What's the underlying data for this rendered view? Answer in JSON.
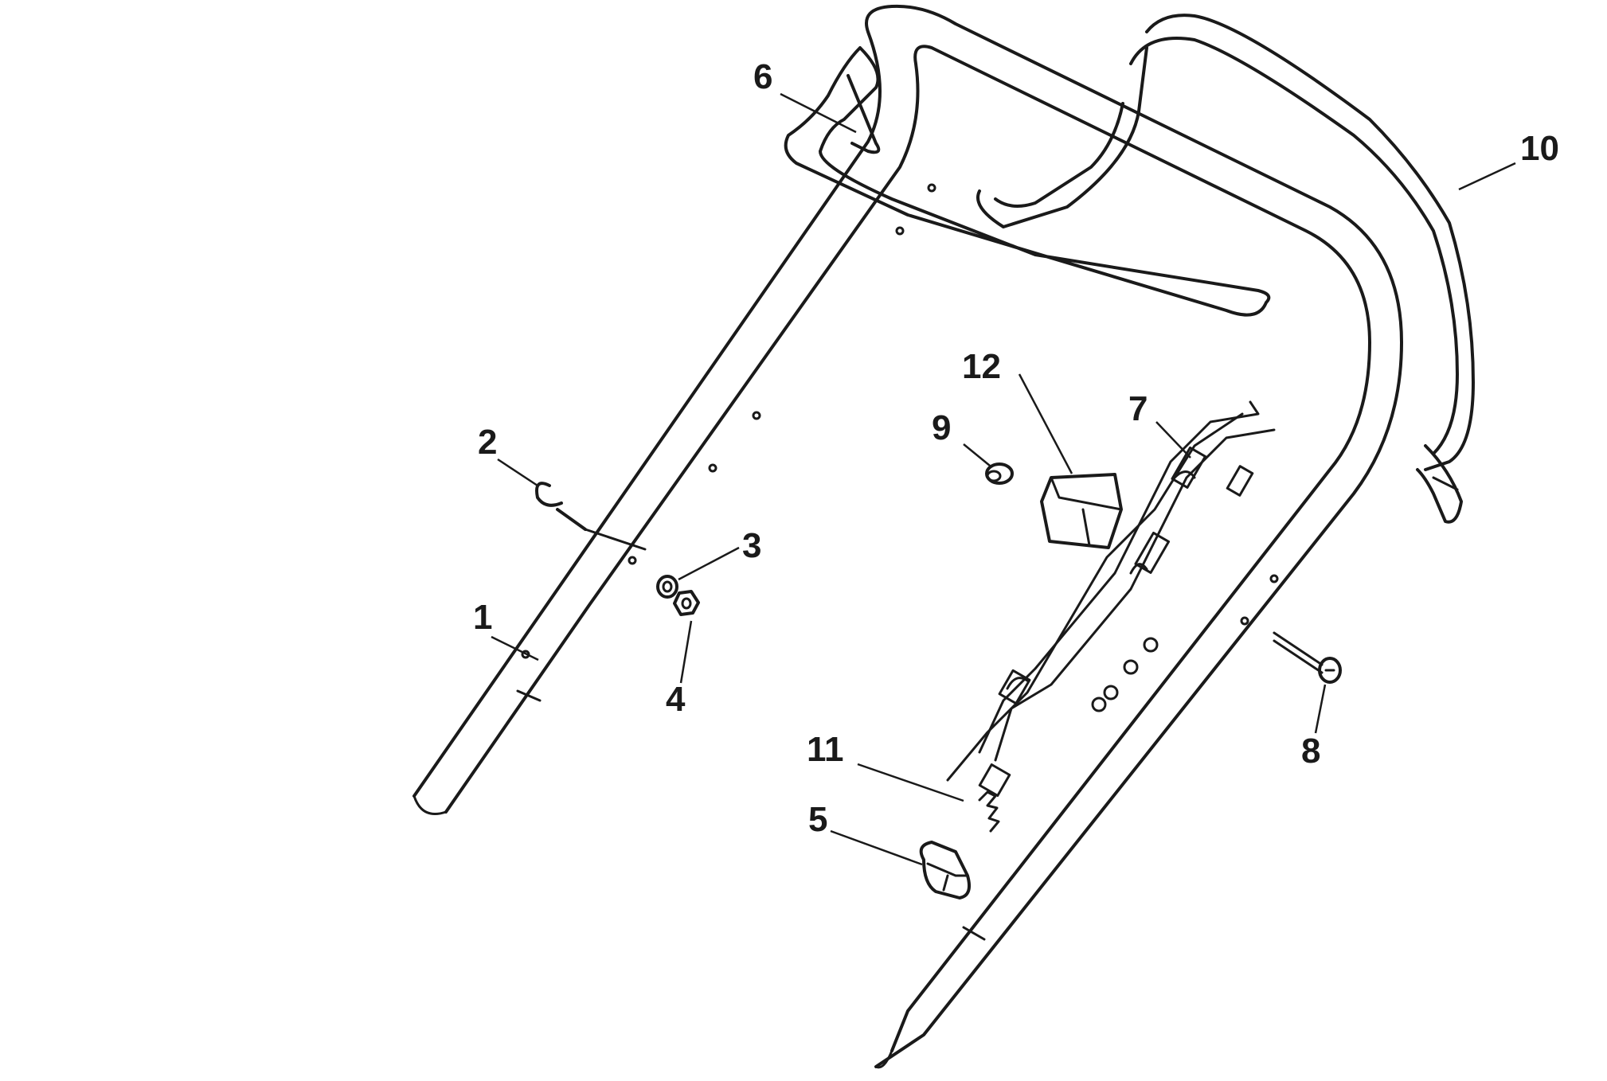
{
  "diagram": {
    "type": "exploded-parts-diagram",
    "subject": "lawn mower handle assembly",
    "callouts": [
      {
        "number": "1",
        "part": "lower-handle-tube"
      },
      {
        "number": "2",
        "part": "eye-bolt"
      },
      {
        "number": "3",
        "part": "washer"
      },
      {
        "number": "4",
        "part": "nut"
      },
      {
        "number": "5",
        "part": "cable-clip"
      },
      {
        "number": "6",
        "part": "drive-bail"
      },
      {
        "number": "7",
        "part": "control-cables"
      },
      {
        "number": "8",
        "part": "screw"
      },
      {
        "number": "9",
        "part": "spacer"
      },
      {
        "number": "10",
        "part": "brake-bail"
      },
      {
        "number": "11",
        "part": "cable-spring"
      },
      {
        "number": "12",
        "part": "cable-guide-block"
      }
    ]
  }
}
